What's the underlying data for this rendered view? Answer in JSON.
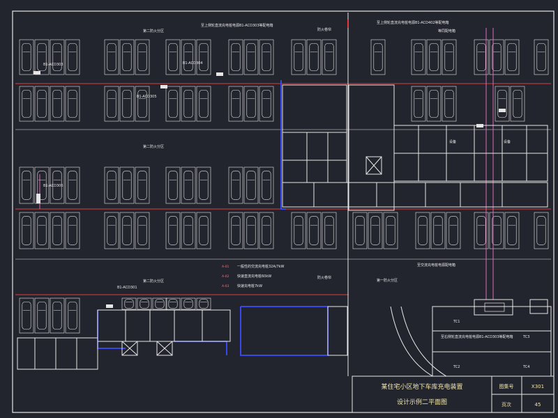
{
  "drawing": {
    "title_line1": "某住宅小区地下车库充电装置",
    "title_line2": "设计示例二平面图",
    "atlas_no_label": "图集号",
    "atlas_no": "X301",
    "page_label": "页次",
    "page_no": "45"
  },
  "labels": {
    "fire_zone_2a": "第二防火分区",
    "fire_zone_2b": "第二防火分区",
    "fire_zone_2c": "第二防火分区",
    "fire_zone_1": "第一防火分区",
    "smoke_zone_a": "防火卷帘",
    "smoke_zone_b": "防火卷帘",
    "note_top_left": "至上侧轮直流充电桩电源B1-ACD303等配电箱",
    "note_top_right": "至上侧轮直流充电桩电源B1-ACD402等配电箱",
    "note_right_sub": "等同配电箱",
    "note_mid_right": "至交流充电桩电源配电箱",
    "note_lower_right": "至右侧轮直流充电桩电源B1-ACD303等配电箱",
    "panel_b1_acd303": "B1-ACD303",
    "panel_b1_acd304": "B1-ACD304",
    "panel_b1_acd305": "B1-ACD305",
    "panel_b1_acd306": "B1-ACD306",
    "panel_b1_acd301": "B1-ACD301",
    "room_tag": "设备",
    "tc1": "TC1",
    "tc2": "TC2",
    "tc3": "TC3",
    "tc4": "TC4"
  },
  "legend": [
    {
      "code": "A-01",
      "text": "一般性的交流充电桩32A/7kW"
    },
    {
      "code": "A-02",
      "text": "快速直流充电桩60kW"
    },
    {
      "code": "A-03",
      "text": "快速充电桩7kW"
    }
  ],
  "colors": {
    "background": "#23252e",
    "line_white": "#e6e6e6",
    "line_red": "#e23a3a",
    "line_blue": "#3b4cff",
    "line_pink": "#d96bb8",
    "title_text": "#f2e6a8"
  }
}
